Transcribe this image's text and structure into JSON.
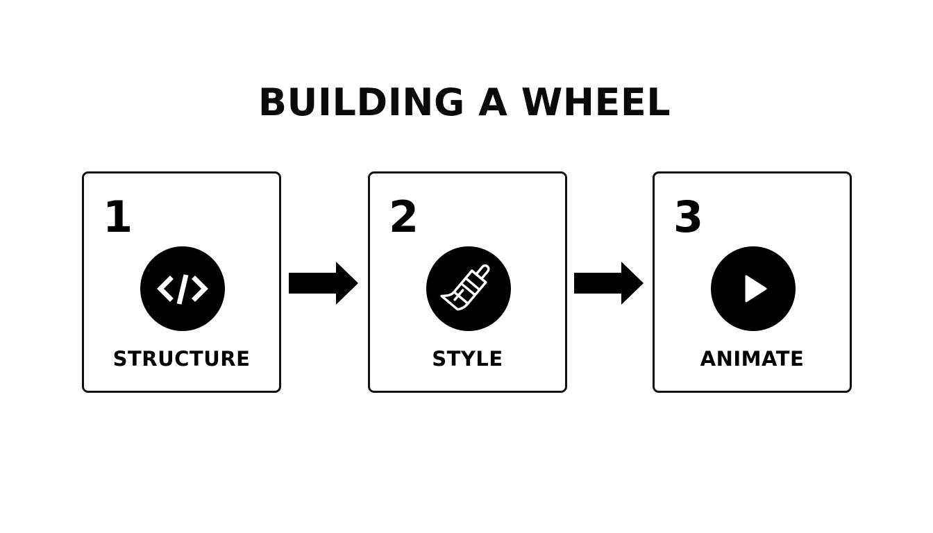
{
  "title": "BUILDING A WHEEL",
  "steps": [
    {
      "number": "1",
      "label": "STRUCTURE",
      "icon": "code-icon"
    },
    {
      "number": "2",
      "label": "STYLE",
      "icon": "paintbrush-icon"
    },
    {
      "number": "3",
      "label": "ANIMATE",
      "icon": "play-icon"
    }
  ],
  "connectors": [
    {
      "from": "1",
      "to": "2",
      "icon": "arrow-right-icon"
    },
    {
      "from": "2",
      "to": "3",
      "icon": "arrow-right-icon"
    }
  ],
  "colors": {
    "foreground": "#000000",
    "background": "#ffffff"
  }
}
